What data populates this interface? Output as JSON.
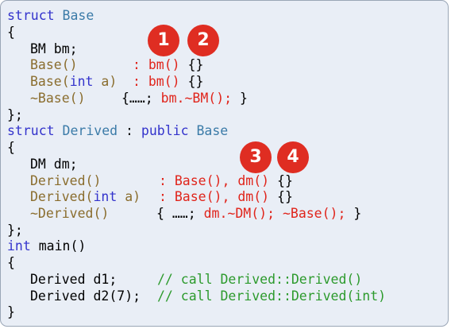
{
  "colors": {
    "background": "#e9eef6",
    "border": "#9aa6b6",
    "keyword": "#3333cc",
    "type": "#3b7ba8",
    "function": "#8a6d2e",
    "highlight": "#e0241b",
    "comment": "#2c9a2c",
    "badge": "#df2d22"
  },
  "badges": [
    "1",
    "2",
    "3",
    "4"
  ],
  "code": {
    "l1": {
      "kw": "struct",
      "name": "Base"
    },
    "l2": "{",
    "l3": {
      "type": "BM",
      "rest": " bm;"
    },
    "l4": {
      "fn": "Base",
      "sig": "()",
      "init": ": bm()",
      "body": " {}"
    },
    "l5": {
      "fn": "Base",
      "open": "(",
      "kw": "int",
      "param": " a)",
      "init": ": bm()",
      "body": " {}"
    },
    "l6": {
      "fn": "~Base",
      "sig": "()",
      "body_open": "{……; ",
      "call": "bm.~BM();",
      "body_close": " }"
    },
    "l7": "};",
    "l8": {
      "kw": "struct",
      "name": "Derived",
      "colon": " : ",
      "kw2": "public",
      "base": "Base"
    },
    "l9": "{",
    "l10": {
      "type": "DM",
      "rest": " dm;"
    },
    "l11": {
      "fn": "Derived",
      "sig": "()",
      "init": ": Base(), dm()",
      "body": " {}"
    },
    "l12": {
      "fn": "Derived",
      "open": "(",
      "kw": "int",
      "param": " a)",
      "init": ": Base(), dm()",
      "body": " {}"
    },
    "l13": {
      "fn": "~Derived",
      "sig": "()",
      "body_open": "{ ……; ",
      "call": "dm.~DM(); ~Base();",
      "body_close": " }"
    },
    "l14": "};",
    "l15": {
      "kw": "int",
      "rest": " main()"
    },
    "l16": "{",
    "l17": {
      "stmt": "Derived d1;",
      "comment": "// call Derived::Derived()"
    },
    "l18": {
      "stmt": "Derived d2(7);",
      "comment": "// call Derived::Derived(int)"
    },
    "l19": "}"
  }
}
